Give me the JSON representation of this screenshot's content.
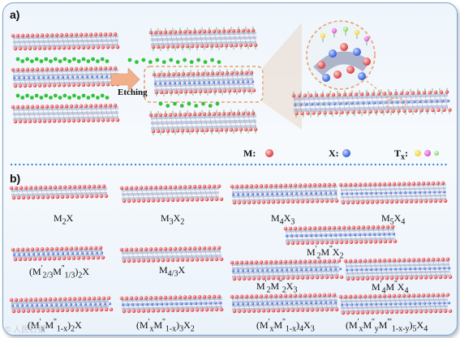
{
  "panel_a": {
    "label": "a)",
    "etching": "Etching"
  },
  "legend": {
    "m": "M:",
    "x": "X:",
    "t": "T",
    "t_sub": "x",
    "t_suffix": ":"
  },
  "colors": {
    "metal": "#d9383a",
    "x_atom": "#2f5bd8",
    "t1": "#ecd33a",
    "t2": "#d64fd0",
    "t3": "#7fd36a",
    "a_layer": "#33c33d",
    "arrow": "#f2b08a",
    "dashed": "#e6a06a",
    "dots": "#2f7fe0"
  },
  "panel_b": {
    "label": "b)"
  },
  "structures": [
    {
      "name": "M2X",
      "html": "M<sub>2</sub>X"
    },
    {
      "name": "M3X2",
      "html": "M<sub>3</sub>X<sub>2</sub>"
    },
    {
      "name": "M4X3",
      "html": "M<sub>4</sub>X<sub>3</sub>"
    },
    {
      "name": "M5X4",
      "html": "M<sub>5</sub>X<sub>4</sub>"
    },
    {
      "name": "M'2M''X2",
      "html": "M<sup>'</sup><sub>2</sub>M<sup>''</sup>X<sub>2</sub>"
    },
    {
      "name": "(M'2/3M''1/3)2X",
      "html": "(M<sup>'</sup><sub>2/3</sub>M<sup>''</sup><sub>1/3</sub>)<sub>2</sub>X"
    },
    {
      "name": "M4/3X",
      "html": "M<sub>4/3</sub>X"
    },
    {
      "name": "M'2M''2X3",
      "html": "M<sup>'</sup><sub>2</sub>M<sup>''</sup><sub>2</sub>X<sub>3</sub>"
    },
    {
      "name": "M'4M''X4",
      "html": "M<sup>'</sup><sub>4</sub>M<sup>''</sup>X<sub>4</sub>"
    },
    {
      "name": "(M'xM''1-x)2X",
      "html": "(M<sup>'</sup><sub>x</sub>M<sup>''</sup><sub>1-x</sub>)<sub>2</sub>X"
    },
    {
      "name": "(M'xM''1-x)3X2",
      "html": "(M<sup>'</sup><sub>x</sub>M<sup>''</sup><sub>1-x</sub>)<sub>3</sub>X<sub>2</sub>"
    },
    {
      "name": "(M'xM''1-x)4X3",
      "html": "(M<sup>'</sup><sub>x</sub>M<sup>''</sup><sub>1-x</sub>)<sub>4</sub>X<sub>3</sub>"
    },
    {
      "name": "(M'xM''yM'''1-x-y)5X4",
      "html": "(M<sup>'</sup><sub>x</sub>M<sup>''</sup><sub>y</sub>M<sup>'''</sup><sub>1-x-y</sub>)<sub>5</sub>X<sub>4</sub>"
    }
  ],
  "watermark": "© 人民日报"
}
